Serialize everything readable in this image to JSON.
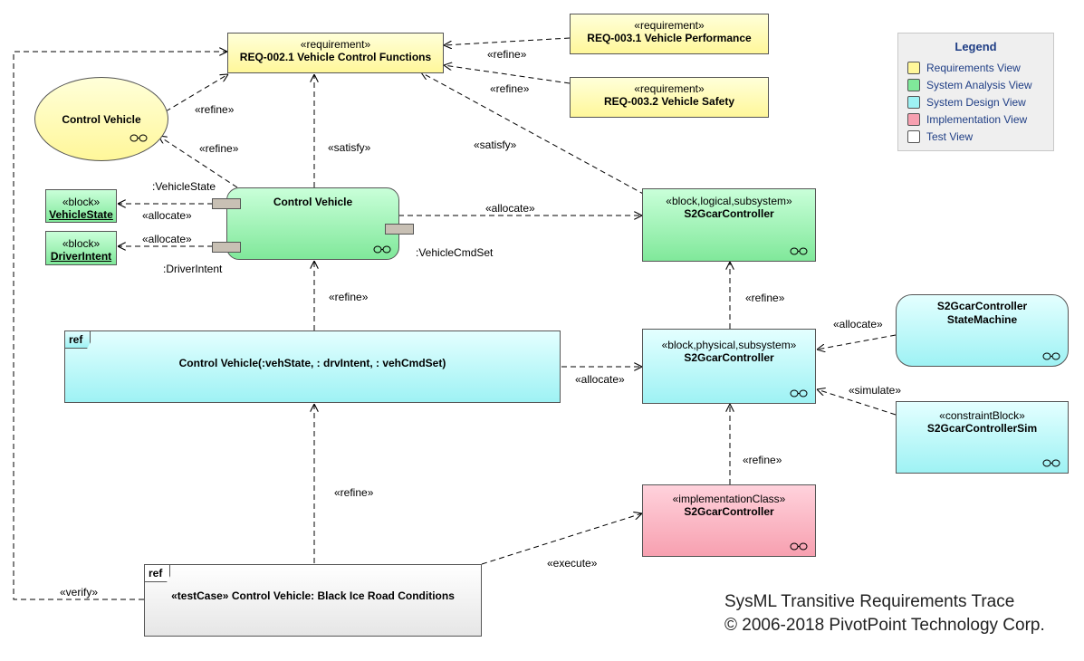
{
  "diagram": {
    "footer": {
      "line1": "SysML Transitive Requirements Trace",
      "line2": "© 2006-2018 PivotPoint Technology Corp."
    }
  },
  "legend": {
    "title": "Legend",
    "items": [
      {
        "label": "Requirements View",
        "color": "#fff79a"
      },
      {
        "label": "System Analysis View",
        "color": "#80e89a"
      },
      {
        "label": "System Design View",
        "color": "#9ef2f4"
      },
      {
        "label": "Implementation View",
        "color": "#f7a0b0"
      },
      {
        "label": "Test View",
        "color": "#ffffff"
      }
    ]
  },
  "nodes": {
    "req002": {
      "stereotype": "«requirement»",
      "name": "REQ-002.1 Vehicle Control Functions"
    },
    "req0031": {
      "stereotype": "«requirement»",
      "name": "REQ-003.1 Vehicle Performance"
    },
    "req0032": {
      "stereotype": "«requirement»",
      "name": "REQ-003.2 Vehicle Safety"
    },
    "usecase": {
      "name": "Control Vehicle"
    },
    "activity": {
      "name": "Control Vehicle"
    },
    "vehicle_state_block": {
      "stereotype": "«block»",
      "name": "VehicleState"
    },
    "driver_intent_block": {
      "stereotype": "«block»",
      "name": "DriverIntent"
    },
    "logical": {
      "stereotype": "«block,logical,subsystem»",
      "name": "S2GcarController"
    },
    "physical": {
      "stereotype": "«block,physical,subsystem»",
      "name": "S2GcarController"
    },
    "state_machine": {
      "name_line1": "S2GcarController",
      "name_line2": "StateMachine"
    },
    "constraint": {
      "stereotype": "«constraintBlock»",
      "name": "S2GcarControllerSim"
    },
    "implementation": {
      "stereotype": "«implementationClass»",
      "name": "S2GcarController"
    },
    "ref_seq": {
      "tab": "ref",
      "name": "Control Vehicle(:vehState, : drvIntent, : vehCmdSet)"
    },
    "test_case": {
      "tab": "ref",
      "stereotype": "«testCase»",
      "name": "Control Vehicle: Black Ice Road Conditions"
    }
  },
  "ports": {
    "vehicle_state": ":VehicleState",
    "driver_intent": ":DriverIntent",
    "vehicle_cmd_set": ":VehicleCmdSet"
  },
  "relations": {
    "refine_r31": "«refine»",
    "refine_r32": "«refine»",
    "refine_uc1": "«refine»",
    "refine_uc2": "«refine»",
    "satisfy_act": "«satisfy»",
    "satisfy_logical": "«satisfy»",
    "allocate_vs": "«allocate»",
    "allocate_di": "«allocate»",
    "allocate_logical": "«allocate»",
    "refine_seq": "«refine»",
    "refine_physical": "«refine»",
    "allocate_sm": "«allocate»",
    "simulate": "«simulate»",
    "allocate_seq": "«allocate»",
    "refine_impl": "«refine»",
    "refine_test": "«refine»",
    "execute": "«execute»",
    "verify": "«verify»"
  }
}
